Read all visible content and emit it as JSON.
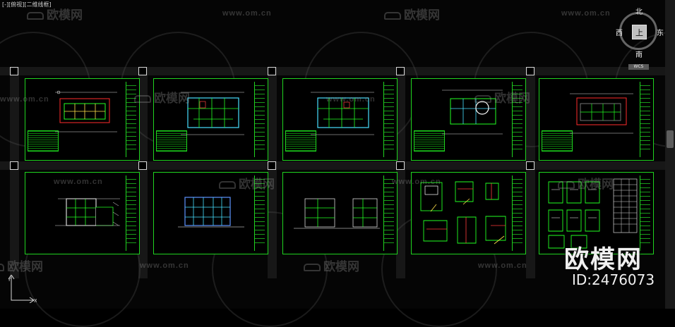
{
  "viewport": {
    "label": "[-][俯视][二维线框]",
    "watermark_cn": "欧模网",
    "watermark_url": "www.om.cn"
  },
  "viewcube": {
    "north": "北",
    "south": "南",
    "east": "东",
    "west": "西",
    "center": "上",
    "ucs_label": "WCS"
  },
  "overlay": {
    "brand": "欧模网",
    "id": "ID:2476073"
  },
  "sheets": [
    {
      "row": 1,
      "kind": "plan"
    },
    {
      "row": 1,
      "kind": "plan"
    },
    {
      "row": 1,
      "kind": "plan"
    },
    {
      "row": 1,
      "kind": "plan"
    },
    {
      "row": 1,
      "kind": "plan"
    },
    {
      "row": 2,
      "kind": "elevation"
    },
    {
      "row": 2,
      "kind": "elevation"
    },
    {
      "row": 2,
      "kind": "elevation"
    },
    {
      "row": 2,
      "kind": "details"
    },
    {
      "row": 2,
      "kind": "details"
    }
  ],
  "colors": {
    "background": "#000000",
    "sheet": "#1fd31f",
    "drawing_green": "#22ff22",
    "drawing_cyan": "#48dfff",
    "drawing_red": "#ff2b2b",
    "watermark": "#9b9b9b"
  }
}
